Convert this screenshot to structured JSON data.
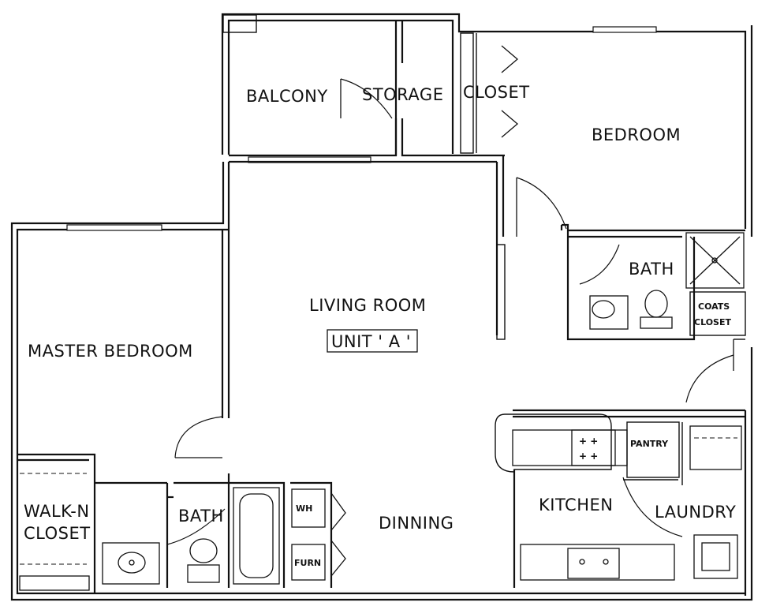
{
  "rooms": {
    "balcony": "BALCONY",
    "storage": "STORAGE",
    "closet": "CLOSET",
    "bedroom": "BEDROOM",
    "bath_upper": "BATH",
    "coats_line1": "COATS",
    "coats_line2": "CLOSET",
    "living_room": "LIVING ROOM",
    "unit": "UNIT ' A '",
    "master_bedroom": "MASTER BEDROOM",
    "walkin_line1": "WALK-N",
    "walkin_line2": "CLOSET",
    "bath_lower": "BATH",
    "dinning": "DINNING",
    "kitchen": "KITCHEN",
    "pantry": "PANTRY",
    "laundry": "LAUNDRY",
    "water_heater": "WH",
    "furnace": "FURN"
  }
}
